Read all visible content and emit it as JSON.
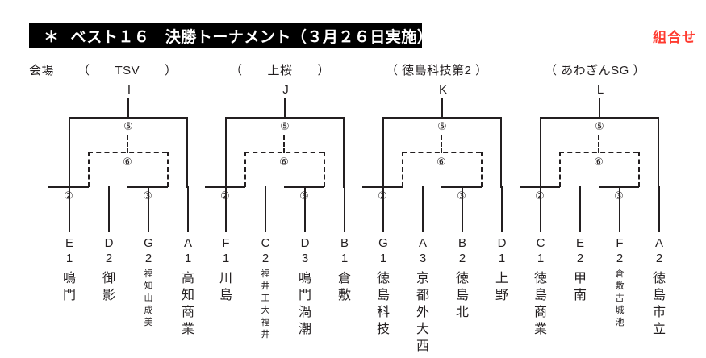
{
  "title": {
    "star": "＊",
    "text": "ベスト１６　決勝トーナメント（３月２６日実施）",
    "badge": "組合せ",
    "badge_color": "#ff3b30"
  },
  "venue": {
    "prefix": "会場",
    "labels": [
      "（　　TSV　　）",
      "（　　上桜　　）",
      "（ 徳島科技第2 ）",
      "（ あわぎんSG ）"
    ]
  },
  "bracket": {
    "game_numbers": {
      "final": "⑤",
      "third_place": "⑥",
      "semi_left": "②",
      "semi_right": "③"
    },
    "blocks": [
      {
        "letter": "I",
        "teams": [
          {
            "group": "E",
            "seed": "1",
            "name": "鳴門",
            "chars": [
              "鳴",
              "門"
            ],
            "small": false
          },
          {
            "group": "D",
            "seed": "2",
            "name": "御影",
            "chars": [
              "御",
              "影"
            ],
            "small": false
          },
          {
            "group": "G",
            "seed": "2",
            "name": "福知山成美",
            "chars": [
              "福",
              "知",
              "山",
              "成",
              "美"
            ],
            "small": true
          },
          {
            "group": "A",
            "seed": "1",
            "name": "高知商業",
            "chars": [
              "高",
              "知",
              "商",
              "業"
            ],
            "small": false
          }
        ]
      },
      {
        "letter": "J",
        "teams": [
          {
            "group": "F",
            "seed": "1",
            "name": "川島",
            "chars": [
              "川",
              "島"
            ],
            "small": false
          },
          {
            "group": "C",
            "seed": "2",
            "name": "福井工大福井",
            "chars": [
              "福",
              "井",
              "工",
              "大",
              "福",
              "井"
            ],
            "small": true
          },
          {
            "group": "D",
            "seed": "3",
            "name": "鳴門渦潮",
            "chars": [
              "鳴",
              "門",
              "渦",
              "潮"
            ],
            "small": false
          },
          {
            "group": "B",
            "seed": "1",
            "name": "倉敷",
            "chars": [
              "倉",
              "敷"
            ],
            "small": false
          }
        ]
      },
      {
        "letter": "K",
        "teams": [
          {
            "group": "G",
            "seed": "1",
            "name": "徳島科技",
            "chars": [
              "徳",
              "島",
              "科",
              "技"
            ],
            "small": false
          },
          {
            "group": "A",
            "seed": "3",
            "name": "京都外大西",
            "chars": [
              "京",
              "都",
              "外",
              "大",
              "西"
            ],
            "small": false
          },
          {
            "group": "B",
            "seed": "2",
            "name": "徳島北",
            "chars": [
              "徳",
              "島",
              "北"
            ],
            "small": false
          },
          {
            "group": "D",
            "seed": "1",
            "name": "上野",
            "chars": [
              "上",
              "野"
            ],
            "small": false
          }
        ]
      },
      {
        "letter": "L",
        "teams": [
          {
            "group": "C",
            "seed": "1",
            "name": "徳島商業",
            "chars": [
              "徳",
              "島",
              "商",
              "業"
            ],
            "small": false
          },
          {
            "group": "E",
            "seed": "2",
            "name": "甲南",
            "chars": [
              "甲",
              "南"
            ],
            "small": false
          },
          {
            "group": "F",
            "seed": "2",
            "name": "倉敷古城池",
            "chars": [
              "倉",
              "敷",
              "古",
              "城",
              "池"
            ],
            "small": true
          },
          {
            "group": "A",
            "seed": "2",
            "name": "徳島市立",
            "chars": [
              "徳",
              "島",
              "市",
              "立"
            ],
            "small": false
          }
        ]
      }
    ]
  }
}
